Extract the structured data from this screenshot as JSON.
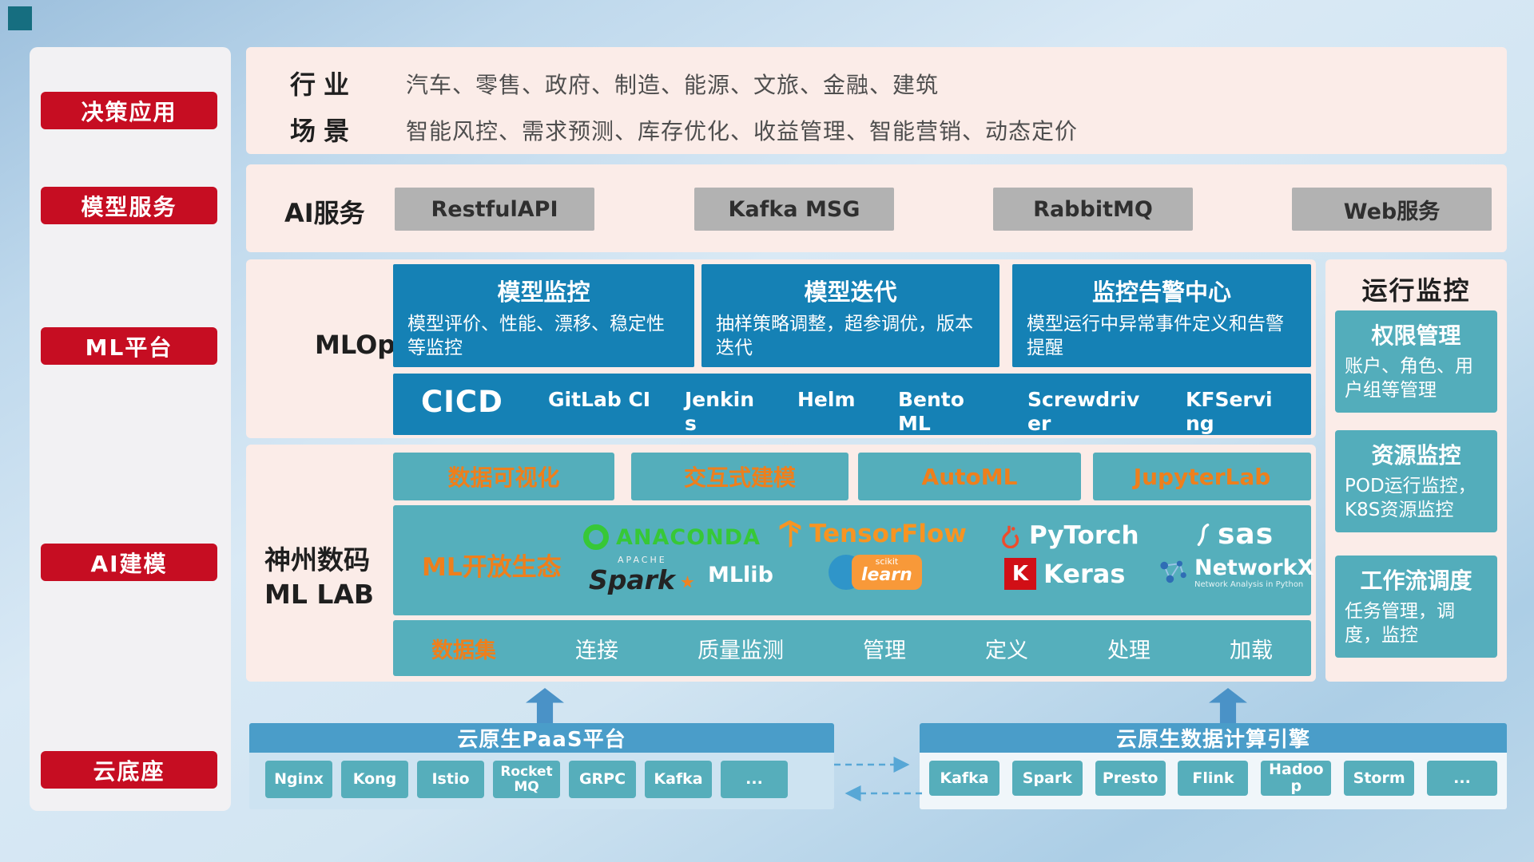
{
  "palette": {
    "red": "#c60d22",
    "deep_blue": "#1581b5",
    "teal": "#55afbc",
    "pink_band": "#fbece8",
    "bar_blue": "#4a9dc9",
    "orange": "#ee7f1c",
    "gray_button": "#b2b2b2"
  },
  "sidebar": {
    "items": [
      "决策应用",
      "模型服务",
      "ML平台",
      "AI建模",
      "云底座"
    ]
  },
  "layers": {
    "industry": {
      "row1_label": "行业",
      "row1_value": "汽车、零售、政府、制造、能源、文旅、金融、建筑",
      "row2_label": "场景",
      "row2_value": "智能风控、需求预测、库存优化、收益管理、智能营销、动态定价"
    },
    "ai_service": {
      "label": "AI服务",
      "buttons": [
        "RestfulAPI",
        "Kafka MSG",
        "RabbitMQ",
        "Web服务"
      ]
    },
    "mlops": {
      "label": "MLOps",
      "cards": [
        {
          "title": "模型监控",
          "desc": "模型评价、性能、漂移、稳定性等监控"
        },
        {
          "title": "模型迭代",
          "desc": "抽样策略调整，超参调优，版本迭代"
        },
        {
          "title": "监控告警中心",
          "desc": "模型运行中异常事件定义和告警提醒"
        }
      ],
      "cicd": {
        "label": "CICD",
        "items": [
          "GitLab CI",
          "Jenkins",
          "Helm",
          "BentoML",
          "Screwdriver",
          "KFServing"
        ]
      }
    },
    "mllab": {
      "label_line1": "神州数码",
      "label_line2": "ML LAB",
      "tools": [
        "数据可视化",
        "交互式建模",
        "AutoML",
        "JupyterLab"
      ],
      "ecosystem": {
        "label": "ML开放生态",
        "logos": [
          {
            "name": "Anaconda",
            "text": "ANACONDA"
          },
          {
            "name": "TensorFlow",
            "text": "TensorFlow"
          },
          {
            "name": "PyTorch",
            "text": "PyTorch"
          },
          {
            "name": "SAS",
            "text": "sas"
          },
          {
            "name": "Apache Spark",
            "apache": "APACHE",
            "text": "Spark",
            "mllib": "MLlib"
          },
          {
            "name": "scikit-learn",
            "top": "scikit",
            "text": "learn"
          },
          {
            "name": "Keras",
            "k": "K",
            "text": "Keras"
          },
          {
            "name": "NetworkX",
            "text": "NetworkX",
            "sub": "Network Analysis in Python"
          }
        ]
      },
      "dataset": {
        "label": "数据集",
        "items": [
          "连接",
          "质量监测",
          "管理",
          "定义",
          "处理",
          "加载"
        ]
      }
    },
    "monitoring": {
      "title": "运行监控",
      "cards": [
        {
          "title": "权限管理",
          "desc": "账户、角色、用户组等管理"
        },
        {
          "title": "资源监控",
          "desc": "POD运行监控，K8S资源监控"
        },
        {
          "title": "工作流调度",
          "desc": "任务管理，调度，监控"
        }
      ]
    },
    "foundation": {
      "paas": {
        "title": "云原生PaaS平台",
        "items": [
          "Nginx",
          "Kong",
          "Istio",
          "RocketMQ",
          "GRPC",
          "Kafka",
          "..."
        ]
      },
      "engine": {
        "title": "云原生数据计算引擎",
        "items": [
          "Kafka",
          "Spark",
          "Presto",
          "Flink",
          "Hadoop",
          "Storm",
          "..."
        ]
      }
    }
  }
}
